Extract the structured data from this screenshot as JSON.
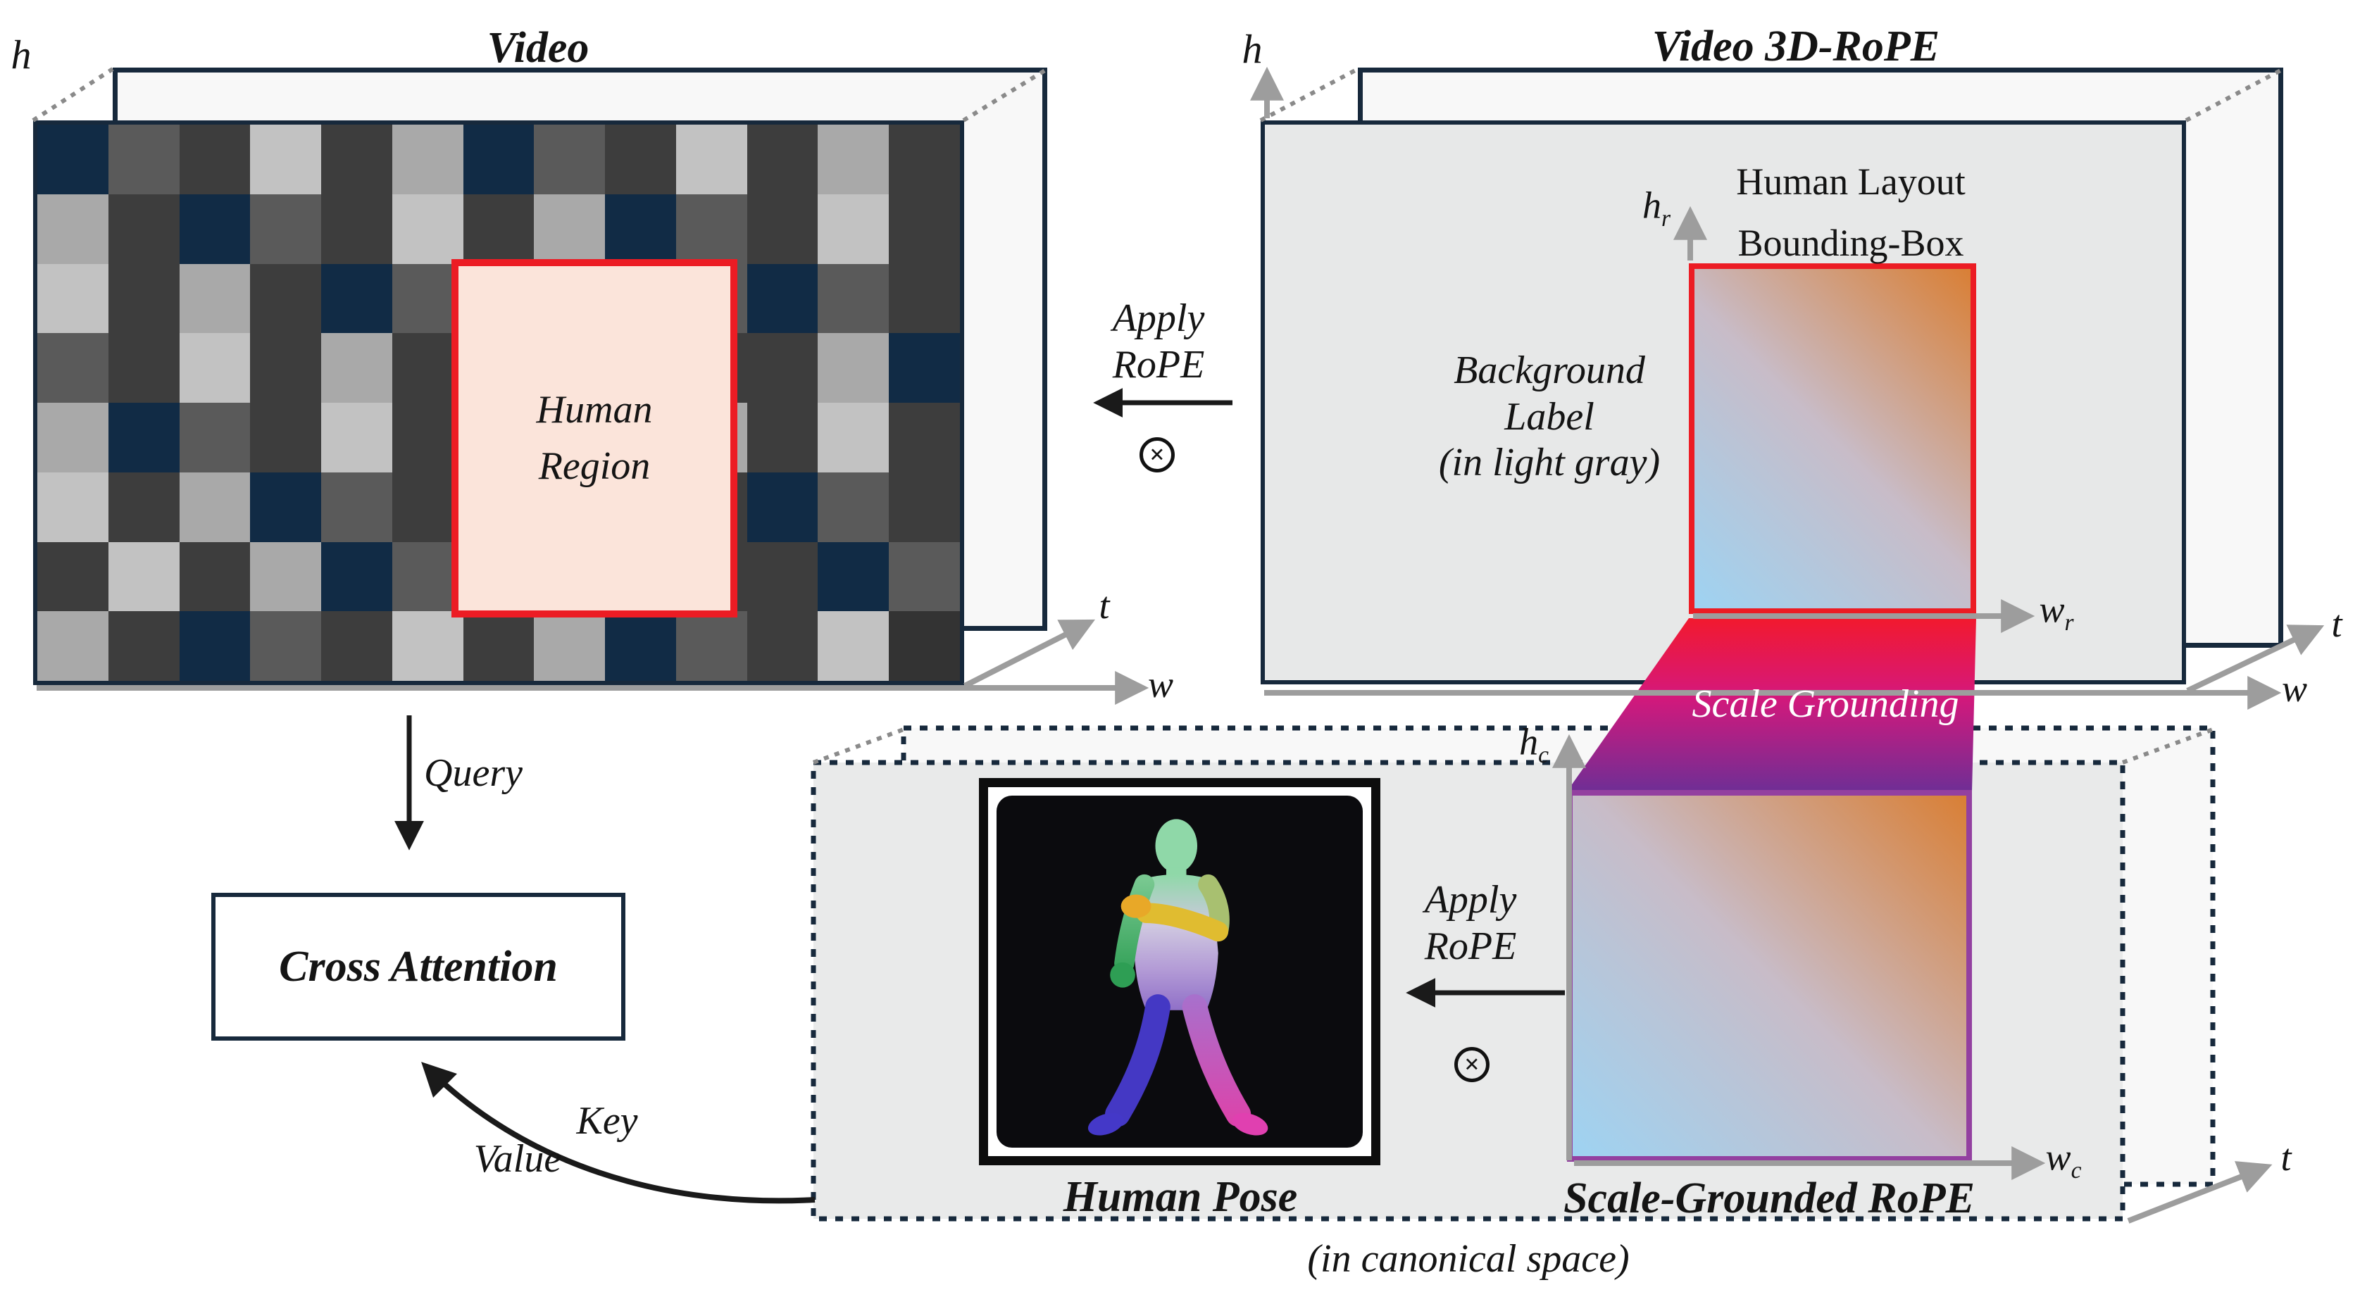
{
  "titles": {
    "video": "Video",
    "video_rope": "Video 3D-RoPE"
  },
  "video": {
    "human_region_line1": "Human",
    "human_region_line2": "Region"
  },
  "axes": {
    "h": "h",
    "t": "t",
    "w": "w",
    "hr_base": "h",
    "hr_sub": "r",
    "wr_base": "w",
    "wr_sub": "r",
    "hc_base": "h",
    "hc_sub": "c",
    "wc_base": "w",
    "wc_sub": "c"
  },
  "apply_rope": {
    "line1": "Apply",
    "line2": "RoPE",
    "otimes_symbol": "×"
  },
  "rope_box": {
    "background_line1": "Background",
    "background_line2": "Label",
    "background_line3": "(in light gray)",
    "bbox_line1": "Human Layout",
    "bbox_line2": "Bounding-Box"
  },
  "scale_grounding_label": "Scale Grounding",
  "canonical": {
    "human_pose_label": "Human Pose",
    "scale_rope_label": "Scale-Grounded RoPE",
    "caption": "(in canonical space)"
  },
  "attention": {
    "box_label": "Cross Attention",
    "query": "Query",
    "key": "Key",
    "value": "Value"
  },
  "video_grid": {
    "palette": {
      "N": "#112B45",
      "D": "#3D3D3D",
      "E": "#333333",
      "M": "#5A5A5A",
      "A": "#A9A9A9",
      "L": "#C2C2C2"
    },
    "rows": [
      [
        "N",
        "M",
        "D",
        "L",
        "D",
        "A",
        "N",
        "M",
        "D",
        "L",
        "D",
        "A",
        "D"
      ],
      [
        "A",
        "D",
        "N",
        "M",
        "D",
        "L",
        "D",
        "A",
        "N",
        "M",
        "D",
        "L",
        "D"
      ],
      [
        "L",
        "D",
        "A",
        "D",
        "N",
        "M",
        "L",
        "D",
        "A",
        "M",
        "N",
        "M",
        "D"
      ],
      [
        "M",
        "D",
        "L",
        "D",
        "A",
        "D",
        "M",
        "L",
        "D",
        "D",
        "D",
        "A",
        "N"
      ],
      [
        "A",
        "N",
        "M",
        "D",
        "L",
        "D",
        "A",
        "N",
        "M",
        "A",
        "D",
        "L",
        "D"
      ],
      [
        "L",
        "D",
        "A",
        "N",
        "M",
        "D",
        "L",
        "D",
        "A",
        "D",
        "N",
        "M",
        "D"
      ],
      [
        "D",
        "L",
        "D",
        "A",
        "N",
        "M",
        "D",
        "L",
        "D",
        "D",
        "D",
        "N",
        "M"
      ],
      [
        "A",
        "D",
        "N",
        "M",
        "D",
        "L",
        "D",
        "A",
        "N",
        "M",
        "D",
        "L",
        "E"
      ]
    ]
  },
  "colors": {
    "navy": "#17293C",
    "ink": "#141414",
    "red": "#EC1C24",
    "region-fill": "#FBE4DA",
    "panel": "#F8F8F8",
    "face-gray": "#E7E8E8",
    "canon-gray": "#E9EAEA",
    "axis-gray": "#9D9D9D",
    "dash-gray": "#8A8A8A",
    "purple": "#9340A0",
    "grad-blue": "#9ED3F2",
    "grad-mid": "#C8BCC8",
    "grad-orange": "#D97F35",
    "trap-top": "#F2192E",
    "trap-mid": "#D5187B",
    "trap-bottom": "#6F2E95",
    "frame-black": "#0D0D0D",
    "pose-bg": "#0B0B0E"
  }
}
